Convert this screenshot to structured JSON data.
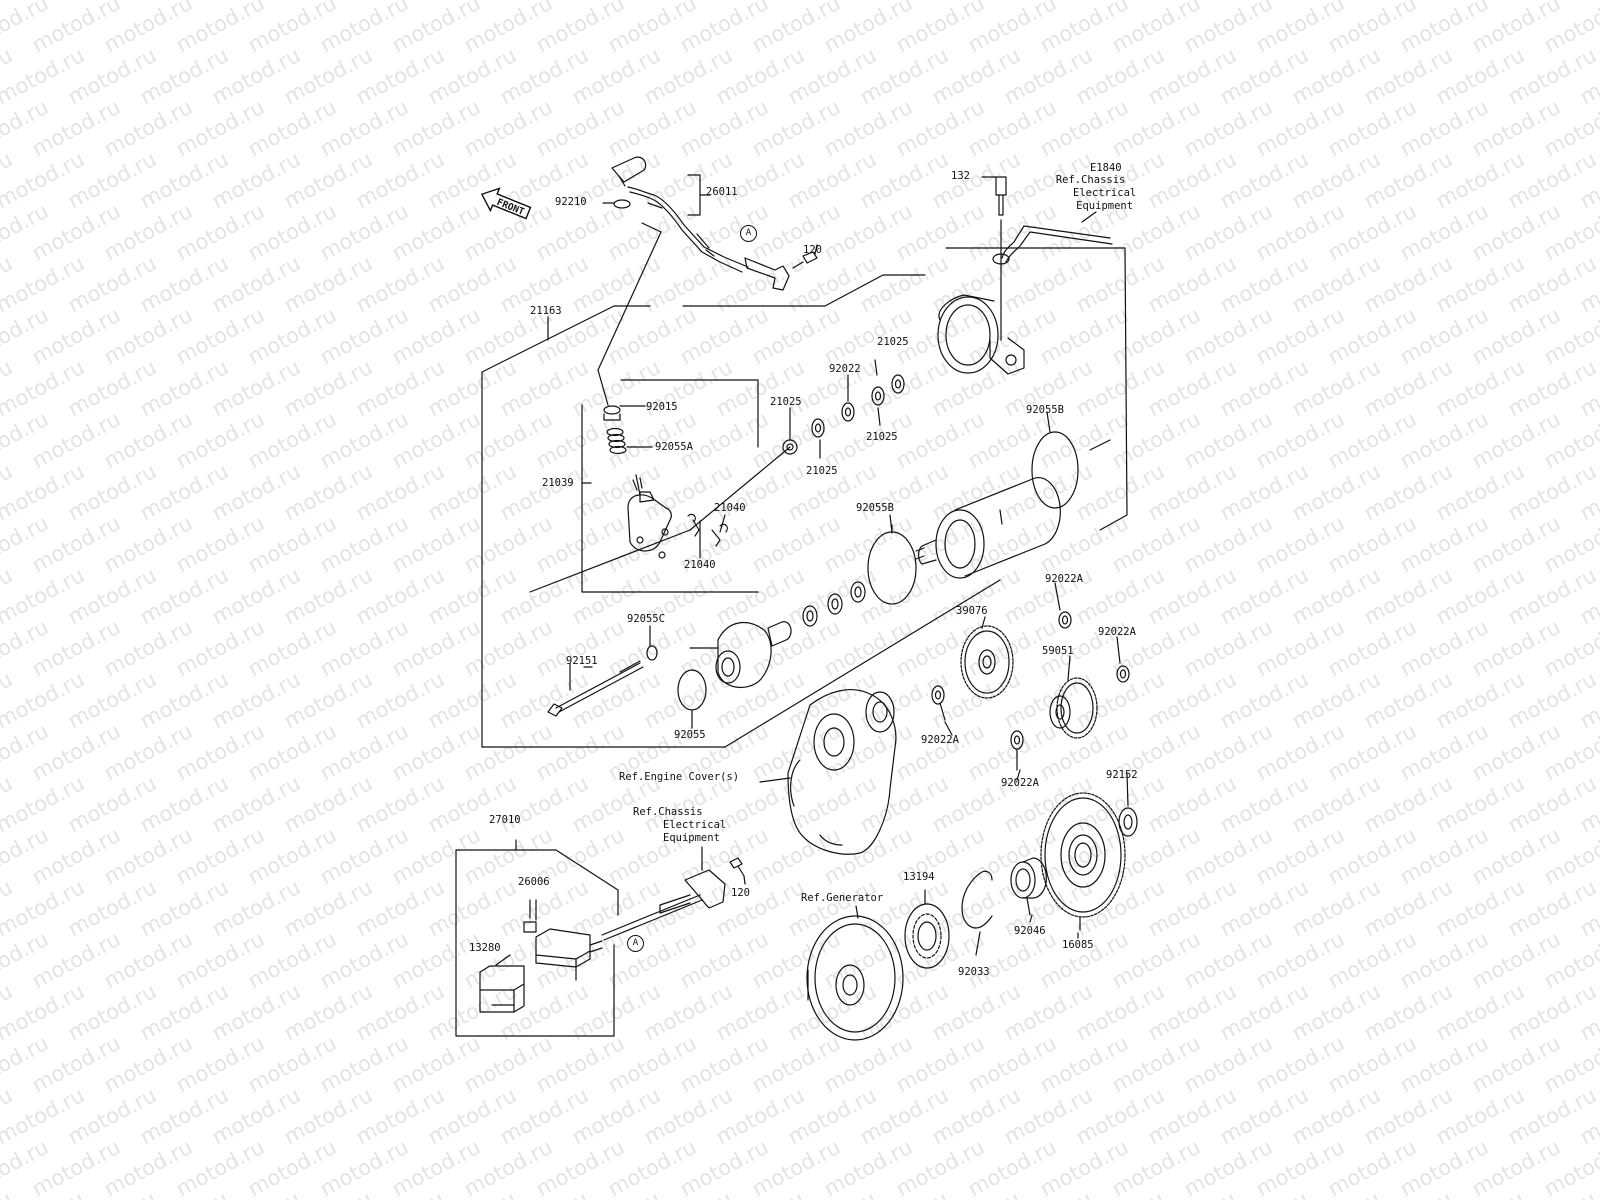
{
  "watermark": {
    "text": "motod.ru"
  },
  "front_arrow": {
    "text": "FRONT"
  },
  "callout": {
    "a_marker": "A"
  },
  "parts": {
    "p26011": "26011",
    "p92210": "92210",
    "p120_top": "120",
    "p132": "132",
    "pE1840": "E1840",
    "ref_chassis_top": [
      "Ref.Chassis",
      "Electrical",
      "Equipment"
    ],
    "p21163": "21163",
    "p21025_a": "21025",
    "p92022": "92022",
    "p21025_b": "21025",
    "p21025_c": "21025",
    "p21025_d": "21025",
    "p92015": "92015",
    "p92055A": "92055A",
    "p92055B_right": "92055B",
    "p21039": "21039",
    "p21040_a": "21040",
    "p21040_b": "21040",
    "p92055B_mid": "92055B",
    "p92022A_a": "92022A",
    "p39076": "39076",
    "p92022A_b": "92022A",
    "p59051": "59051",
    "p92055C": "92055C",
    "p92151": "92151",
    "p92055": "92055",
    "p92022A_c": "92022A",
    "p92022A_d": "92022A",
    "p92152": "92152",
    "ref_engine_cover": "Ref.Engine Cover(s)",
    "p27010": "27010",
    "ref_chassis_bottom": [
      "Ref.Chassis",
      "Electrical",
      "Equipment"
    ],
    "p26006": "26006",
    "p120_bottom": "120",
    "p13194": "13194",
    "ref_generator": "Ref.Generator",
    "p13280": "13280",
    "p92046": "92046",
    "p16085": "16085",
    "p92033": "92033"
  }
}
